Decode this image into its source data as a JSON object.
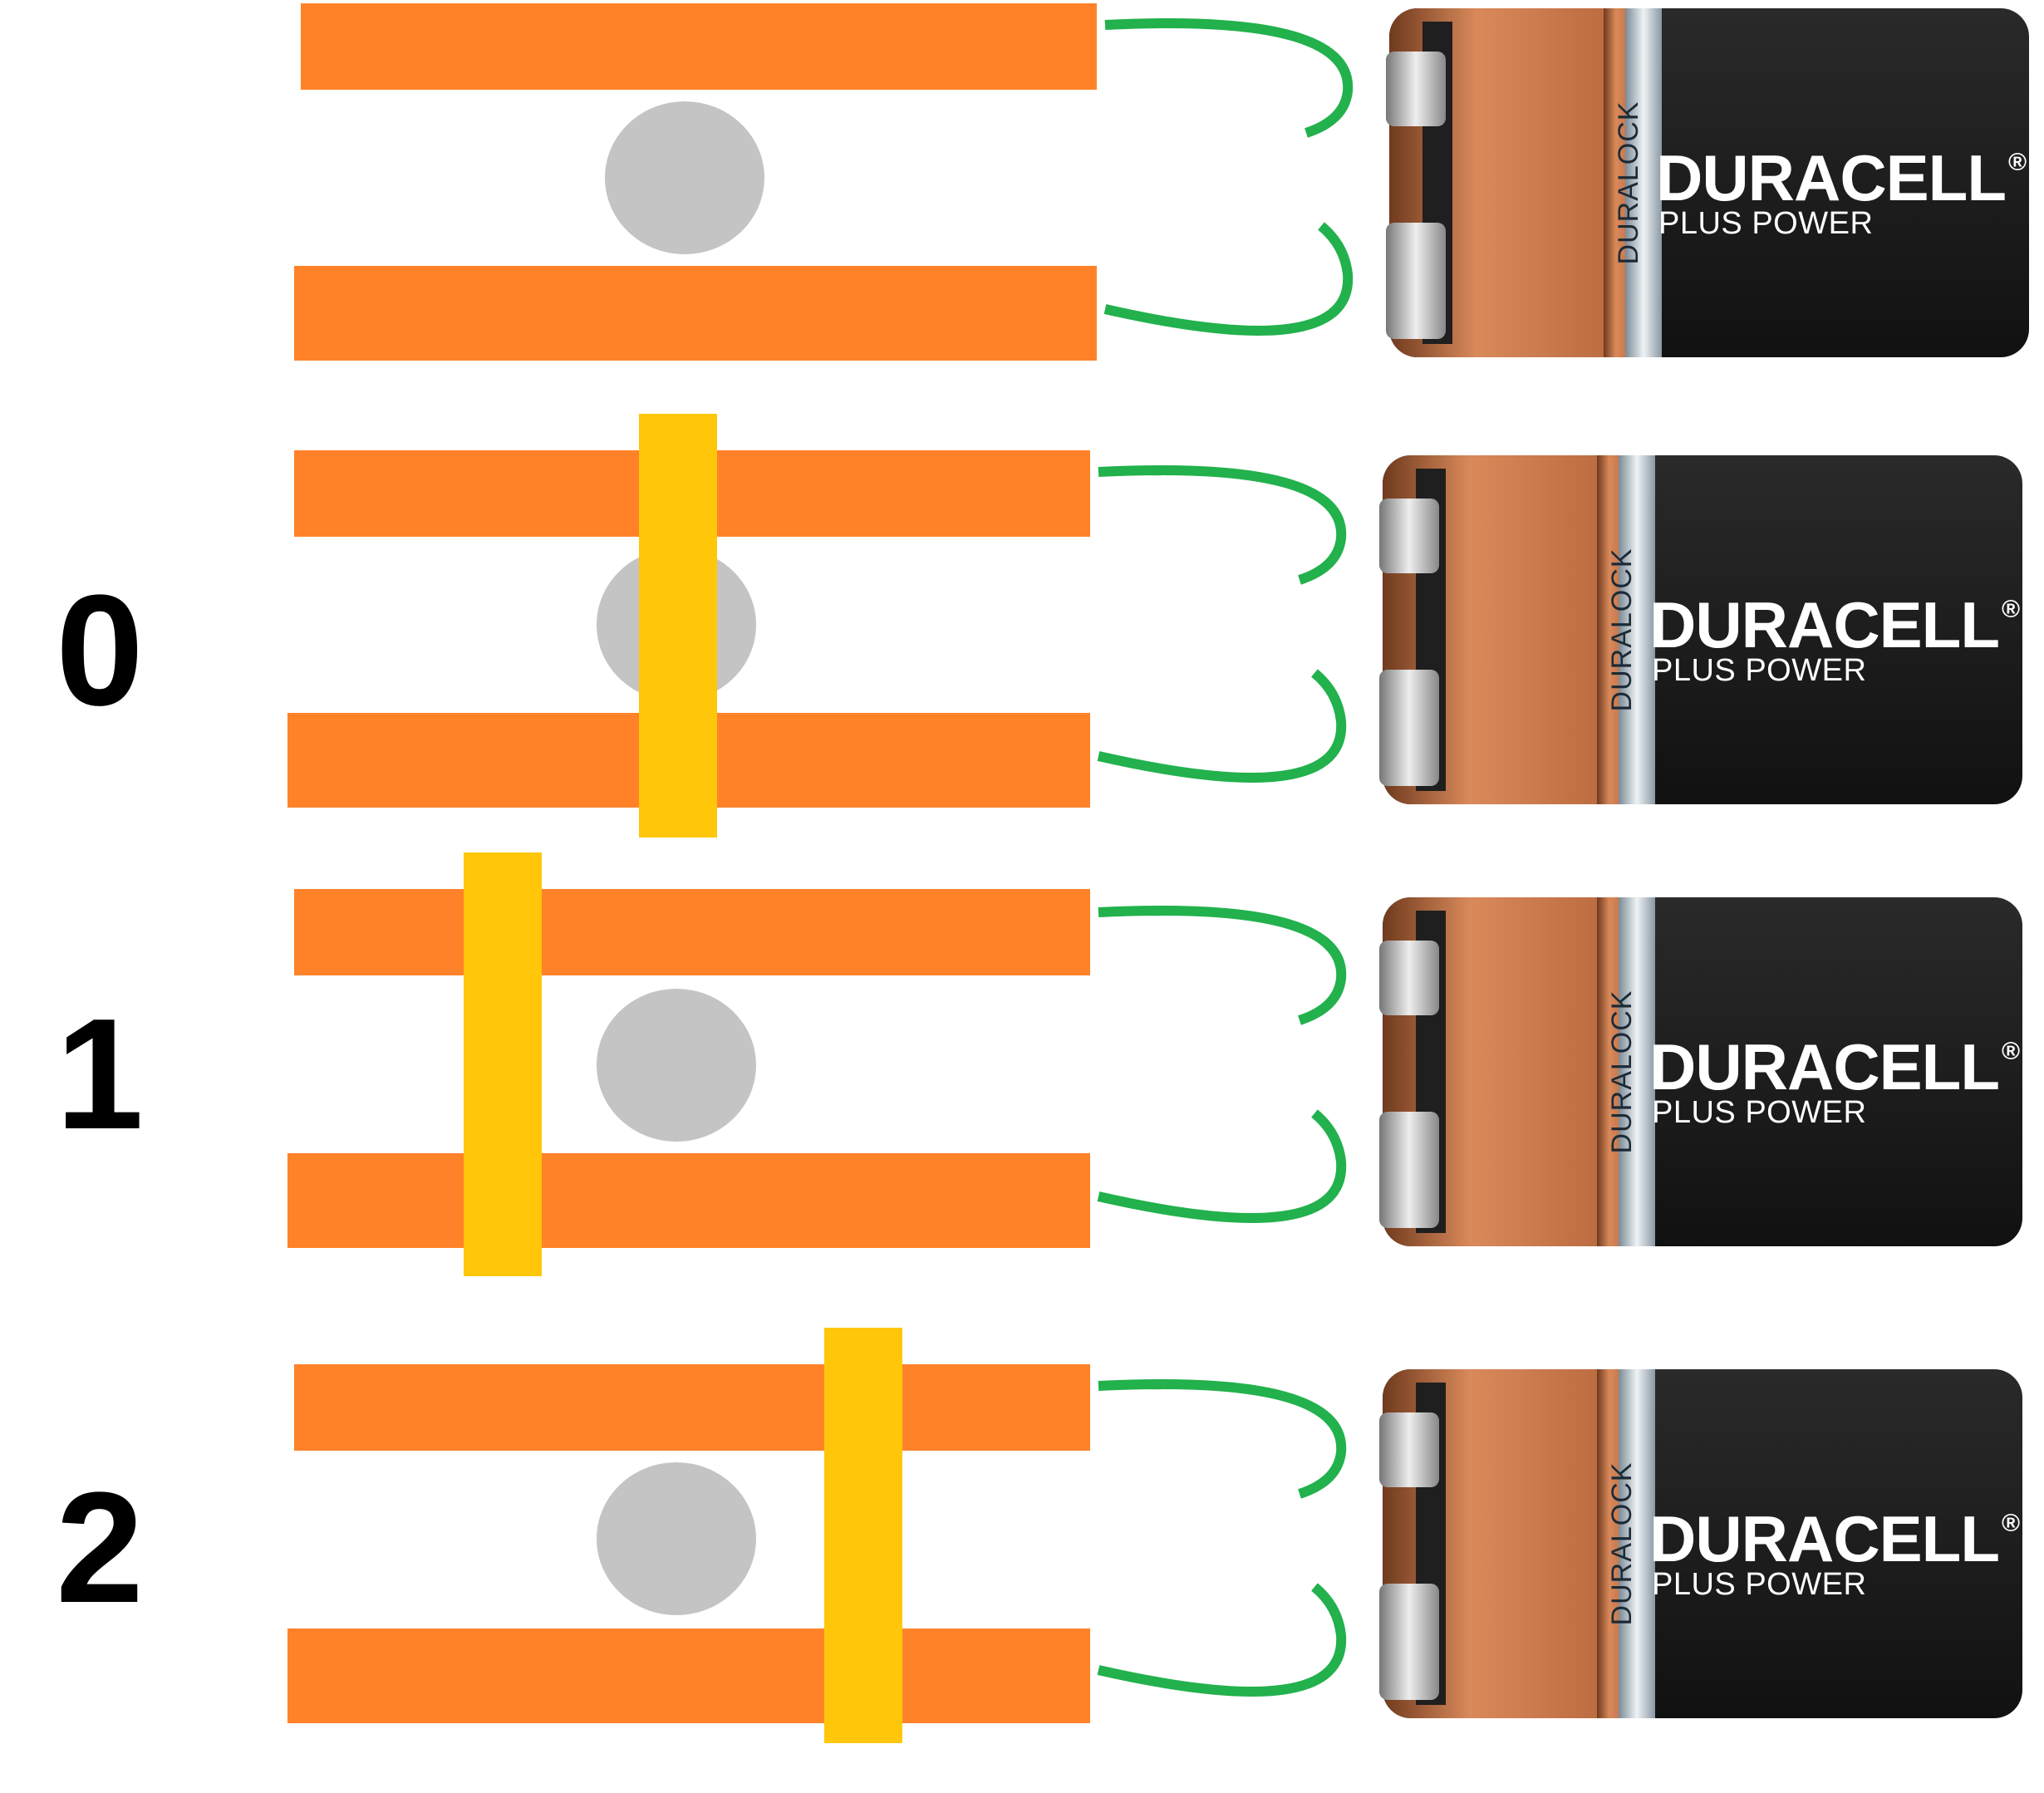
{
  "panels": [
    {
      "label": "",
      "has_bar": false
    },
    {
      "label": "0",
      "has_bar": true
    },
    {
      "label": "1",
      "has_bar": true
    },
    {
      "label": "2",
      "has_bar": true
    }
  ],
  "battery": {
    "brand": "DURACELL",
    "registered_mark": "®",
    "subline": "PLUS POWER",
    "side_text": "DURALOCK"
  },
  "colors": {
    "rail": "#FF8229",
    "ball": "#C4C4C4",
    "bar": "#FFC60A",
    "wire": "#22B14C",
    "copper": "#B86A3E",
    "battery_body": "#1A1A1A"
  }
}
